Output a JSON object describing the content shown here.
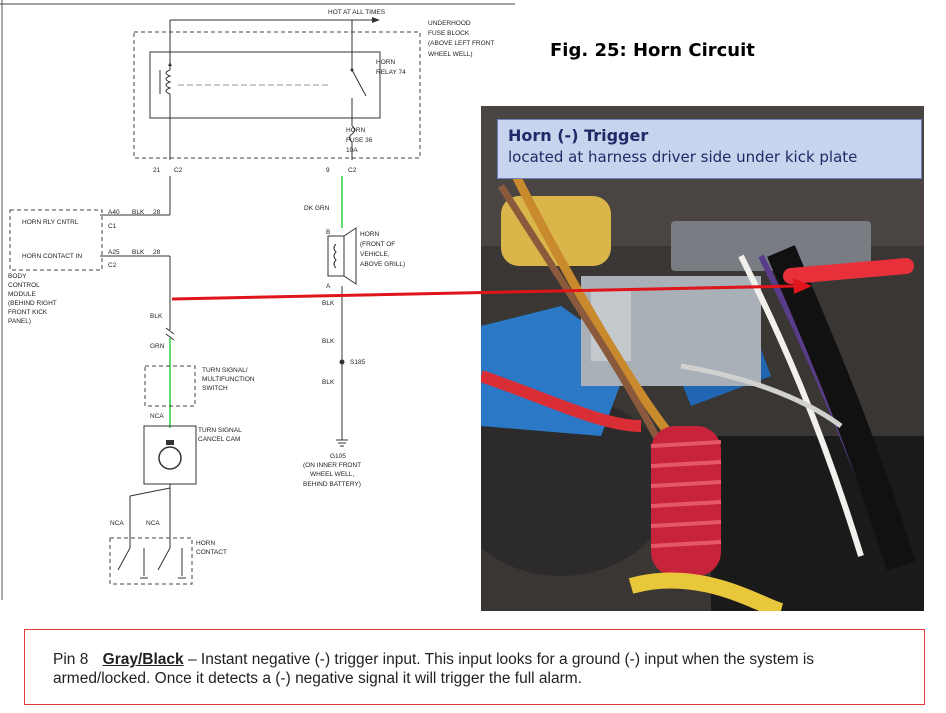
{
  "figure_title": "Fig. 25: Horn Circuit",
  "callout": {
    "title": "Horn (-) Trigger",
    "subtitle": "located at harness driver side under kick plate"
  },
  "note": {
    "pin": "Pin 8",
    "wire_color": "Gray/Black",
    "text": " – Instant negative (-) trigger input. This input looks for a ground (-) input when the system is armed/locked. Once it detects a (-) negative signal it will trigger the full alarm."
  },
  "diagram": {
    "hot_at_all_times": "HOT AT ALL TIMES",
    "fuse_block": [
      "UNDERHOOD",
      "FUSE BLOCK",
      "(ABOVE LEFT FRONT",
      "WHEEL WELL)"
    ],
    "horn_relay": [
      "HORN",
      "RELAY 74"
    ],
    "horn_fuse": [
      "HORN",
      "FUSE 36",
      "10A"
    ],
    "relay_pin_left": "21",
    "relay_conn_left": "C2",
    "fuse_pin": "9",
    "fuse_conn": "C2",
    "wire_dk_grn": "DK GRN",
    "bcm_pin1": "A40",
    "bcm_wire1": "BLK",
    "bcm_circuit1": "28",
    "bcm_conn1": "C1",
    "bcm_label1": "HORN RLY CNTRL",
    "bcm_pin2": "A25",
    "bcm_wire2": "BLK",
    "bcm_circuit2": "28",
    "bcm_conn2": "C2",
    "bcm_label2": "HORN CONTACT IN",
    "bcm_name": [
      "BODY",
      "CONTROL",
      "MODULE",
      "(BEHIND RIGHT",
      "FRONT KICK",
      "PANEL)"
    ],
    "horn_pin_b": "B",
    "horn_pin_a": "A",
    "horn": [
      "HORN",
      "(FRONT OF",
      "VEHICLE,",
      "ABOVE GRILL)"
    ],
    "blk": "BLK",
    "grn": "GRN",
    "splice": "S185",
    "ground": [
      "G105",
      "(ON INNER FRONT",
      "WHEEL WELL,",
      "BEHIND BATTERY)"
    ],
    "turn_switch": [
      "TURN SIGNAL/",
      "MULTIFUNCTION",
      "SWITCH"
    ],
    "nca": "NCA",
    "cancel_cam": [
      "TURN SIGNAL",
      "CANCEL CAM"
    ],
    "horn_contact": [
      "HORN",
      "CONTACT"
    ]
  },
  "colors": {
    "green_wire": "#2ecc40",
    "arrow": "#e0141b",
    "callout_bg": "#c8d3ed",
    "note_border": "#e23b3b"
  }
}
